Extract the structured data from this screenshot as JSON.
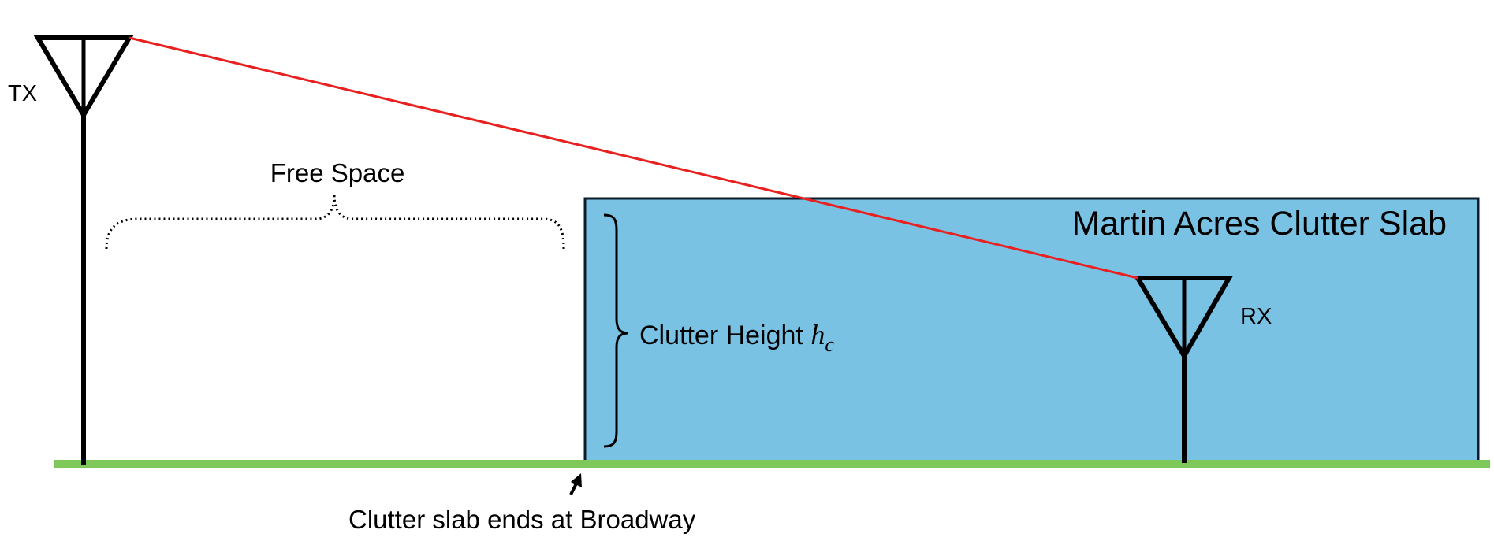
{
  "colors": {
    "clutter_fill": "#79C2E4",
    "clutter_stroke": "#0D1B2A",
    "ground": "#7EC85A",
    "ray": "#E8201F",
    "antenna": "#000000"
  },
  "labels": {
    "tx": "TX",
    "rx": "RX",
    "free_space": "Free Space",
    "slab_title": "Martin Acres Clutter Slab",
    "clutter_height_prefix": "Clutter Height ",
    "clutter_height_symbol": "h",
    "clutter_height_subscript": "c",
    "slab_end_note": "Clutter slab ends at Broadway"
  },
  "icons": {
    "tx_antenna": "antenna-icon",
    "rx_antenna": "antenna-icon",
    "slab_end_arrow": "arrow-up-icon"
  }
}
